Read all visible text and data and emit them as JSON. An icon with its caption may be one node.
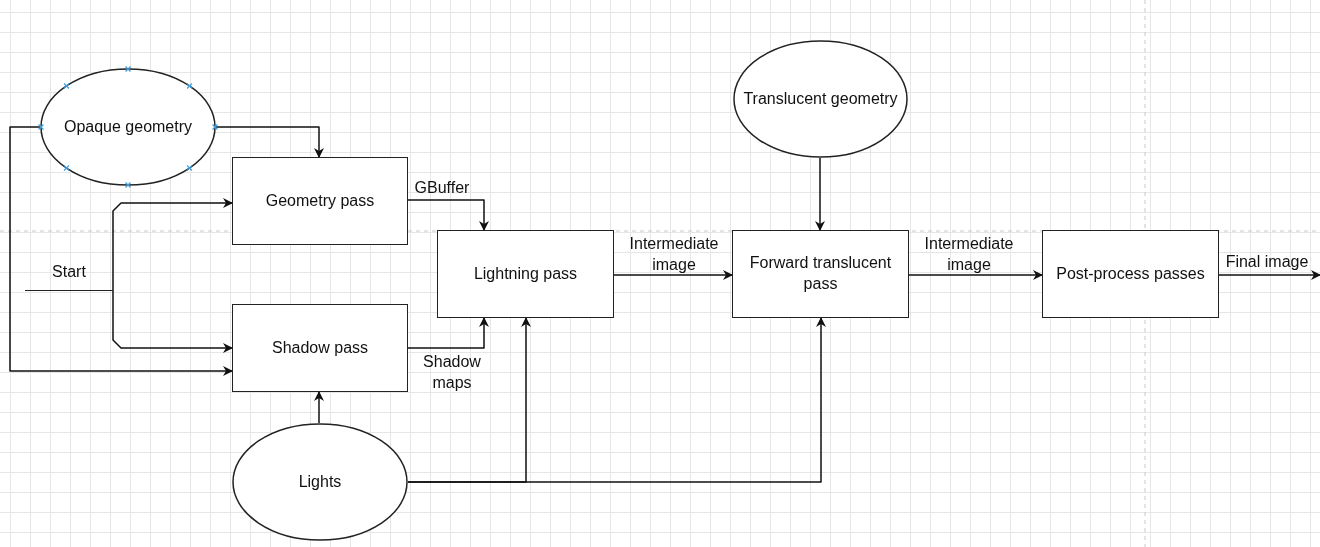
{
  "diagram": {
    "nodes": [
      {
        "text": [
          "Opaque geometry"
        ]
      },
      {
        "text": [
          "Geometry pass"
        ]
      },
      {
        "text": [
          "Start"
        ]
      },
      {
        "text": [
          "Shadow pass"
        ]
      },
      {
        "text": [
          "Lightning pass"
        ]
      },
      {
        "text": [
          "Translucent geometry"
        ]
      },
      {
        "text": [
          "Forward translucent pass"
        ]
      },
      {
        "text": [
          "Post-process passes"
        ]
      },
      {
        "text": [
          "Lights"
        ]
      }
    ],
    "edges": [
      {
        "from": 0,
        "to": 1,
        "arrow": "to"
      },
      {
        "from": 0,
        "to": 3,
        "arrow": "to"
      },
      {
        "from": 2,
        "to": 1,
        "arrow": "to"
      },
      {
        "from": 2,
        "to": 3,
        "arrow": "to"
      },
      {
        "from": 1,
        "to": 4,
        "arrow": "to",
        "label": "GBuffer"
      },
      {
        "from": 3,
        "to": 4,
        "arrow": "to",
        "label": "Shadow maps"
      },
      {
        "from": 8,
        "to": 3,
        "arrow": "to"
      },
      {
        "from": 8,
        "to": 4,
        "arrow": "to"
      },
      {
        "from": 8,
        "to": 6,
        "arrow": "to"
      },
      {
        "from": 4,
        "to": 6,
        "arrow": "to",
        "label": "Intermediate image"
      },
      {
        "from": 5,
        "to": 6,
        "arrow": "to"
      },
      {
        "from": 6,
        "to": 7,
        "arrow": "to",
        "label": "Intermediate image"
      },
      {
        "from": 7,
        "to": null,
        "arrow": "to",
        "label": "Final image"
      }
    ]
  }
}
